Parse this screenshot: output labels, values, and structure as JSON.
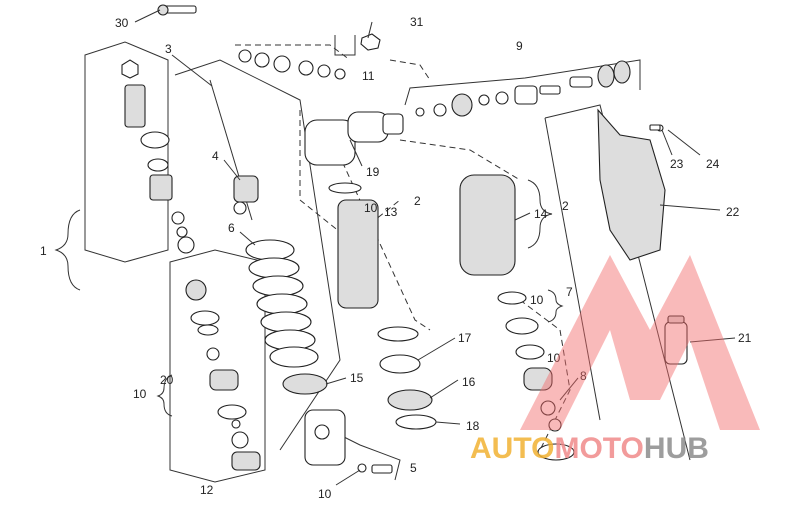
{
  "labels": {
    "l30": "30",
    "l3": "3",
    "l31": "31",
    "l9": "9",
    "l11": "11",
    "l4": "4",
    "l19": "19",
    "l23": "23",
    "l24": "24",
    "l22": "22",
    "l1": "1",
    "l6": "6",
    "l10a": "10",
    "l13": "13",
    "l2a": "2",
    "l14": "14",
    "l2b": "2",
    "l10b": "10",
    "l7": "7",
    "l17": "17",
    "l21": "21",
    "l10c": "10",
    "l20": "20",
    "l15": "15",
    "l10d": "10",
    "l8": "8",
    "l16": "16",
    "l18": "18",
    "l5": "5",
    "l12": "12",
    "l10e": "10"
  },
  "watermark": {
    "part1": "AUTO",
    "part2": "MOTO",
    "part3": "HUB",
    "colors": {
      "part1": "#f2b233",
      "part2": "#f08a8a",
      "part3": "#8c8c8c",
      "logo": "#f26b6b"
    }
  }
}
